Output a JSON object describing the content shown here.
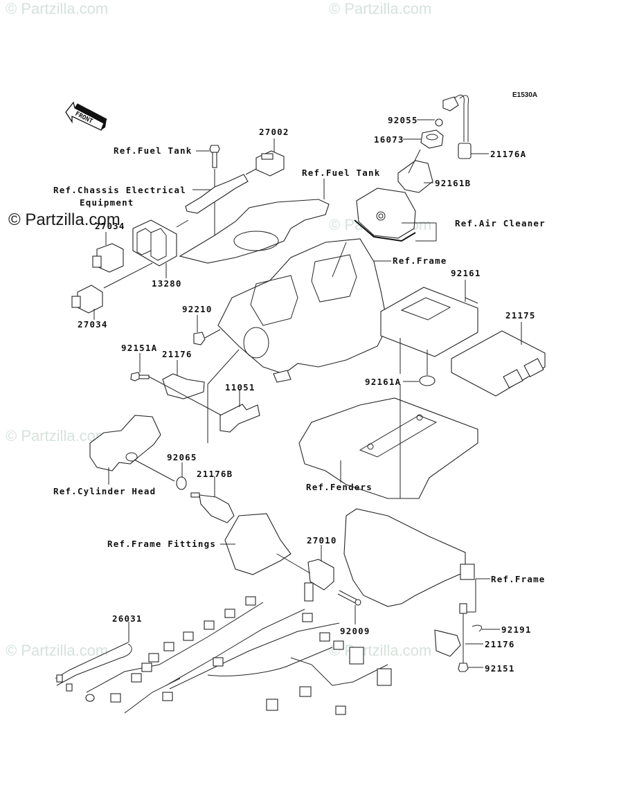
{
  "diagram": {
    "title_code": "E1530A",
    "orientation_arrow": "FRONT",
    "watermark": "© Partzilla.com",
    "part_labels": [
      {
        "id": "27002",
        "text": "27002"
      },
      {
        "id": "27034-top",
        "text": "27034"
      },
      {
        "id": "27034",
        "text": "27034"
      },
      {
        "id": "13280",
        "text": "13280"
      },
      {
        "id": "92055",
        "text": "92055"
      },
      {
        "id": "16073",
        "text": "16073"
      },
      {
        "id": "21176A",
        "text": "21176A"
      },
      {
        "id": "92161B",
        "text": "92161B"
      },
      {
        "id": "92161",
        "text": "92161"
      },
      {
        "id": "21175",
        "text": "21175"
      },
      {
        "id": "92161A",
        "text": "92161A"
      },
      {
        "id": "92210",
        "text": "92210"
      },
      {
        "id": "92151A",
        "text": "92151A"
      },
      {
        "id": "21176-left",
        "text": "21176"
      },
      {
        "id": "11051",
        "text": "11051"
      },
      {
        "id": "92065",
        "text": "92065"
      },
      {
        "id": "21176B",
        "text": "21176B"
      },
      {
        "id": "27010",
        "text": "27010"
      },
      {
        "id": "92009",
        "text": "92009"
      },
      {
        "id": "92191",
        "text": "92191"
      },
      {
        "id": "21176-right",
        "text": "21176"
      },
      {
        "id": "92151",
        "text": "92151"
      },
      {
        "id": "26031",
        "text": "26031"
      }
    ],
    "reference_labels": {
      "fuel_tank_bolt": "Ref.Fuel Tank",
      "chassis_electrical_line1": "Ref.Chassis Electrical",
      "chassis_electrical_line2": "Equipment",
      "fuel_tank": "Ref.Fuel Tank",
      "air_cleaner": "Ref.Air Cleaner",
      "frame_upper": "Ref.Frame",
      "cylinder_head": "Ref.Cylinder Head",
      "fenders": "Ref.Fenders",
      "frame_fittings": "Ref.Frame Fittings",
      "frame_lower": "Ref.Frame"
    }
  }
}
